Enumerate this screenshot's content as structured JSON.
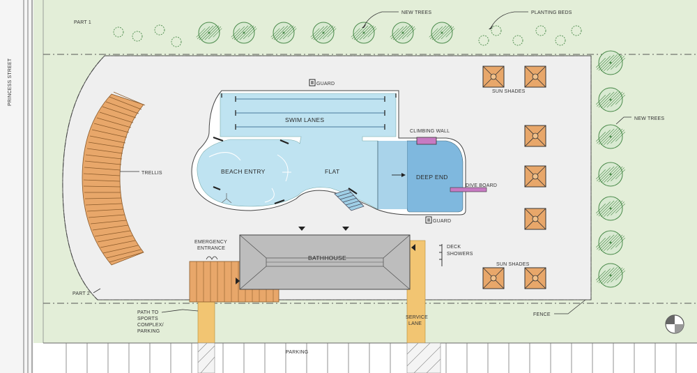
{
  "labels": {
    "street": "PRINCESS STREET",
    "part1": "PART 1",
    "part2": "PART 2",
    "new_trees_top": "NEW TREES",
    "planting_beds": "PLANTING BEDS",
    "new_trees_right": "NEW TREES",
    "guard_top": "GUARD",
    "guard_bottom": "GUARD",
    "sun_shades_top": "SUN SHADES",
    "sun_shades_bottom": "SUN SHADES",
    "swim_lanes": "SWIM LANES",
    "climbing_wall": "CLIMBING WALL",
    "beach_entry": "BEACH ENTRY",
    "flat": "FLAT",
    "deep_end": "DEEP END",
    "dive_board": "DIVE BOARD",
    "trellis": "TRELLIS",
    "emergency_1": "EMERGENCY",
    "emergency_2": "ENTRANCE",
    "bathhouse": "BATHHOUSE",
    "deck_1": "DECK",
    "deck_2": "SHOWERS",
    "path_1": "PATH TO",
    "path_2": "SPORTS",
    "path_3": "COMPLEX/",
    "path_4": "PARKING",
    "service_1": "SERVICE",
    "service_2": "LANE",
    "fence": "FENCE",
    "parking": "PARKING"
  },
  "colors": {
    "grass": "#e3eed8",
    "deck": "#efefef",
    "pool_shallow": "#bfe3f1",
    "pool_deep": "#7fb8de",
    "trellis": "#e8a76a",
    "path": "#f2c572",
    "bathhouse": "#bdbdbd",
    "climbing_wall": "#c77ac2",
    "dive_board": "#c77ac2",
    "tree_line": "#4a8a4a"
  }
}
